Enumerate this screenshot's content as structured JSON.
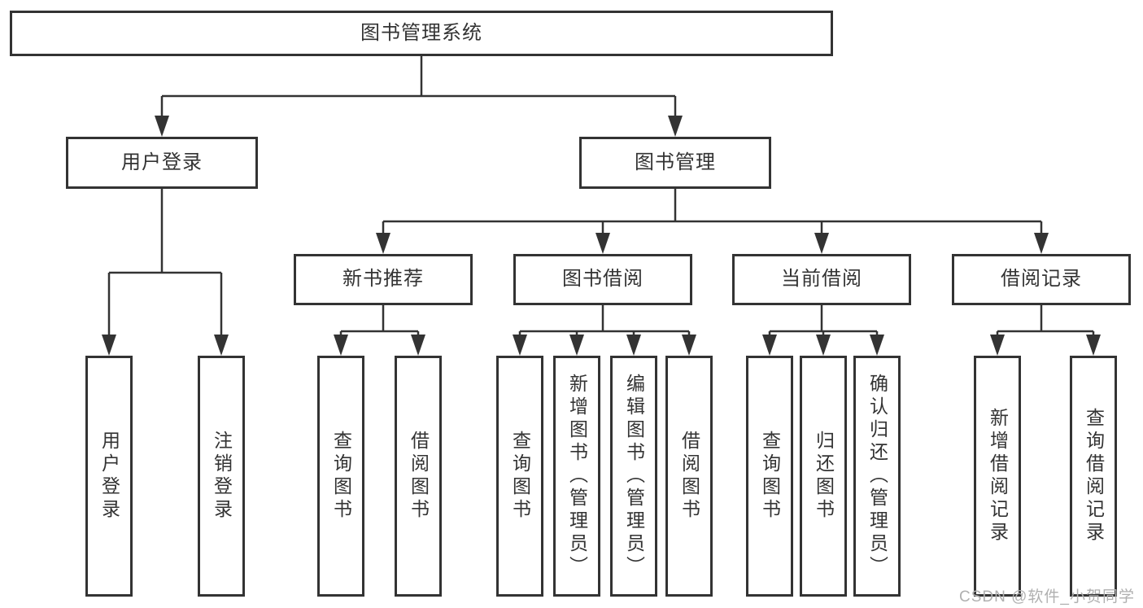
{
  "diagram": {
    "root": {
      "label": "图书管理系统"
    },
    "branches": [
      {
        "label": "用户登录",
        "leaves": [
          "用户登录",
          "注销登录"
        ]
      },
      {
        "label": "图书管理",
        "groups": [
          {
            "label": "新书推荐",
            "leaves": [
              "查询图书",
              "借阅图书"
            ]
          },
          {
            "label": "图书借阅",
            "leaves": [
              "查询图书",
              "新增图书（管理员）",
              "编辑图书（管理员）",
              "借阅图书"
            ]
          },
          {
            "label": "当前借阅",
            "leaves": [
              "查询图书",
              "归还图书",
              "确认归还（管理员）"
            ]
          },
          {
            "label": "借阅记录",
            "leaves": [
              "新增借阅记录",
              "查询借阅记录"
            ]
          }
        ]
      }
    ]
  },
  "watermark": {
    "text": "CSDN @软件_小贺同学"
  },
  "colors": {
    "line": "#333333",
    "text": "#333333",
    "watermark": "#b0b0b0",
    "background": "#ffffff"
  }
}
